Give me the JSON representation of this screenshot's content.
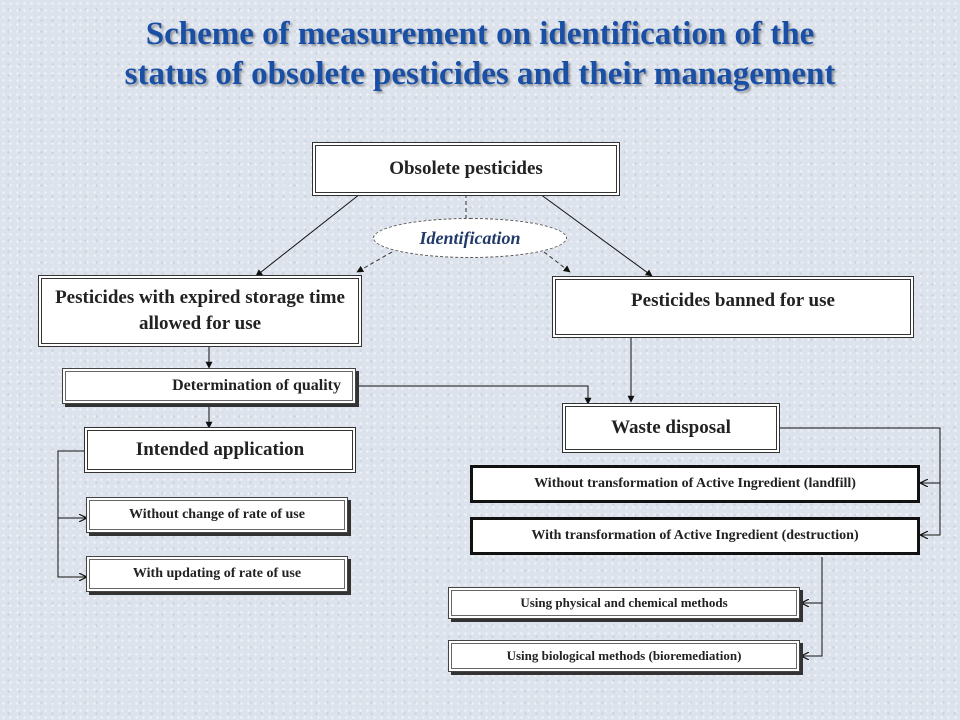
{
  "title": {
    "line1": "Scheme of measurement on identification of the",
    "line2": "status of obsolete pesticides and their management"
  },
  "nodes": {
    "obsolete": "Obsolete pesticides",
    "identification": "Identification",
    "expired": "Pesticides with expired storage time allowed for use",
    "banned": "Pesticides banned for use",
    "quality": "Determination of quality",
    "intended": "Intended application",
    "without_change": "Without change of rate of use",
    "with_updating": "With updating of rate of use",
    "waste": "Waste disposal",
    "landfill": "Without transformation of Active Ingredient (landfill)",
    "destruction": "With transformation of Active Ingredient (destruction)",
    "physical": "Using physical and chemical methods",
    "biological": "Using biological methods (bioremediation)"
  }
}
